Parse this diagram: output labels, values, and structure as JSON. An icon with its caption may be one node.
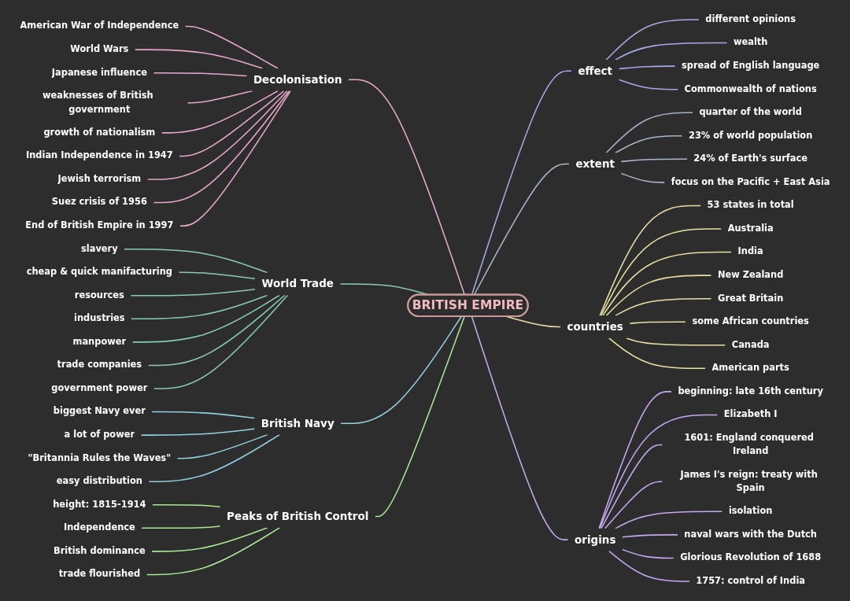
{
  "diagram": {
    "nodes": [
      {
        "text": [
          "BRITISH EMPIRE"
        ]
      },
      {
        "text": [
          "Decolonisation"
        ]
      },
      {
        "text": [
          "American War of Independence"
        ]
      },
      {
        "text": [
          "World Wars"
        ]
      },
      {
        "text": [
          "Japanese influence"
        ]
      },
      {
        "text": [
          "weaknesses of British government"
        ]
      },
      {
        "text": [
          "growth of nationalism"
        ]
      },
      {
        "text": [
          "Indian Independence in 1947"
        ]
      },
      {
        "text": [
          "Jewish terrorism"
        ]
      },
      {
        "text": [
          "Suez crisis of 1956"
        ]
      },
      {
        "text": [
          "End of British Empire in 1997"
        ]
      },
      {
        "text": [
          "effect"
        ]
      },
      {
        "text": [
          "different opinions"
        ]
      },
      {
        "text": [
          "wealth"
        ]
      },
      {
        "text": [
          "spread of English language"
        ]
      },
      {
        "text": [
          "Commonwealth of nations"
        ]
      },
      {
        "text": [
          "extent"
        ]
      },
      {
        "text": [
          "quarter of the world"
        ]
      },
      {
        "text": [
          "23% of world population"
        ]
      },
      {
        "text": [
          "24% of Earth's surface"
        ]
      },
      {
        "text": [
          "focus on the Pacific + East Asia"
        ]
      },
      {
        "text": [
          "World Trade"
        ]
      },
      {
        "text": [
          "slavery"
        ]
      },
      {
        "text": [
          "cheap & quick manifacturing"
        ]
      },
      {
        "text": [
          "resources"
        ]
      },
      {
        "text": [
          "industries"
        ]
      },
      {
        "text": [
          "manpower"
        ]
      },
      {
        "text": [
          "trade companies"
        ]
      },
      {
        "text": [
          "government power"
        ]
      },
      {
        "text": [
          "countries"
        ]
      },
      {
        "text": [
          "53 states in total"
        ]
      },
      {
        "text": [
          "Australia"
        ]
      },
      {
        "text": [
          "India"
        ]
      },
      {
        "text": [
          "New Zealand"
        ]
      },
      {
        "text": [
          "Great Britain"
        ]
      },
      {
        "text": [
          "some African countries"
        ]
      },
      {
        "text": [
          "Canada"
        ]
      },
      {
        "text": [
          "American parts"
        ]
      },
      {
        "text": [
          "British Navy"
        ]
      },
      {
        "text": [
          "biggest Navy ever"
        ]
      },
      {
        "text": [
          "a lot of power"
        ]
      },
      {
        "text": [
          "\"Britannia Rules the Waves\""
        ]
      },
      {
        "text": [
          "easy distribution"
        ]
      },
      {
        "text": [
          "Peaks of British Control"
        ]
      },
      {
        "text": [
          "height: 1815-1914"
        ]
      },
      {
        "text": [
          "Independence"
        ]
      },
      {
        "text": [
          "British dominance"
        ]
      },
      {
        "text": [
          "trade flourished"
        ]
      },
      {
        "text": [
          "origins"
        ]
      },
      {
        "text": [
          "beginning: late 16th century"
        ]
      },
      {
        "text": [
          "Elizabeth I"
        ]
      },
      {
        "text": [
          "1601: England conquered Ireland"
        ]
      },
      {
        "text": [
          "James I's reign: treaty with Spain"
        ]
      },
      {
        "text": [
          "isolation"
        ]
      },
      {
        "text": [
          "naval wars with the Dutch"
        ]
      },
      {
        "text": [
          "Glorious Revolution of 1688"
        ]
      },
      {
        "text": [
          "1757: control of India"
        ]
      }
    ],
    "edges": [
      {
        "from": 1,
        "to": 0,
        "arrow": "none",
        "color": "#e8a8cc"
      },
      {
        "from": 2,
        "to": 1,
        "arrow": "none",
        "color": "#e8a8cc"
      },
      {
        "from": 3,
        "to": 1,
        "arrow": "none",
        "color": "#e8a8cc"
      },
      {
        "from": 4,
        "to": 1,
        "arrow": "none",
        "color": "#e8a8cc"
      },
      {
        "from": 5,
        "to": 1,
        "arrow": "none",
        "color": "#e8a8cc"
      },
      {
        "from": 6,
        "to": 1,
        "arrow": "none",
        "color": "#e8a8cc"
      },
      {
        "from": 7,
        "to": 1,
        "arrow": "none",
        "color": "#e8a8cc"
      },
      {
        "from": 8,
        "to": 1,
        "arrow": "none",
        "color": "#e8a8cc"
      },
      {
        "from": 9,
        "to": 1,
        "arrow": "none",
        "color": "#e8a8cc"
      },
      {
        "from": 10,
        "to": 1,
        "arrow": "none",
        "color": "#e8a8cc"
      },
      {
        "from": 0,
        "to": 11,
        "arrow": "none",
        "color": "#a8a8e8"
      },
      {
        "from": 11,
        "to": 12,
        "arrow": "none",
        "color": "#a8a8e8"
      },
      {
        "from": 11,
        "to": 13,
        "arrow": "none",
        "color": "#a8a8e8"
      },
      {
        "from": 11,
        "to": 14,
        "arrow": "none",
        "color": "#a8a8e8"
      },
      {
        "from": 11,
        "to": 15,
        "arrow": "none",
        "color": "#a8a8e8"
      },
      {
        "from": 0,
        "to": 16,
        "arrow": "none",
        "color": "#a8b4c8"
      },
      {
        "from": 16,
        "to": 17,
        "arrow": "none",
        "color": "#a8b4c8"
      },
      {
        "from": 16,
        "to": 18,
        "arrow": "none",
        "color": "#a8b4c8"
      },
      {
        "from": 16,
        "to": 19,
        "arrow": "none",
        "color": "#a8b4c8"
      },
      {
        "from": 16,
        "to": 20,
        "arrow": "none",
        "color": "#a8b4c8"
      },
      {
        "from": 21,
        "to": 0,
        "arrow": "none",
        "color": "#88ccb4"
      },
      {
        "from": 22,
        "to": 21,
        "arrow": "none",
        "color": "#88ccb4"
      },
      {
        "from": 23,
        "to": 21,
        "arrow": "none",
        "color": "#88ccb4"
      },
      {
        "from": 24,
        "to": 21,
        "arrow": "none",
        "color": "#88ccb4"
      },
      {
        "from": 25,
        "to": 21,
        "arrow": "none",
        "color": "#88ccb4"
      },
      {
        "from": 26,
        "to": 21,
        "arrow": "none",
        "color": "#88ccb4"
      },
      {
        "from": 27,
        "to": 21,
        "arrow": "none",
        "color": "#88ccb4"
      },
      {
        "from": 28,
        "to": 21,
        "arrow": "none",
        "color": "#88ccb4"
      },
      {
        "from": 0,
        "to": 29,
        "arrow": "none",
        "color": "#e8e0a0"
      },
      {
        "from": 29,
        "to": 30,
        "arrow": "none",
        "color": "#e8e0a0"
      },
      {
        "from": 29,
        "to": 31,
        "arrow": "none",
        "color": "#e8e0a0"
      },
      {
        "from": 29,
        "to": 32,
        "arrow": "none",
        "color": "#e8e0a0"
      },
      {
        "from": 29,
        "to": 33,
        "arrow": "none",
        "color": "#e8e0a0"
      },
      {
        "from": 29,
        "to": 34,
        "arrow": "none",
        "color": "#e8e0a0"
      },
      {
        "from": 29,
        "to": 35,
        "arrow": "none",
        "color": "#e8e0a0"
      },
      {
        "from": 29,
        "to": 36,
        "arrow": "none",
        "color": "#e8e0a0"
      },
      {
        "from": 29,
        "to": 37,
        "arrow": "none",
        "color": "#e8e0a0"
      },
      {
        "from": 38,
        "to": 0,
        "arrow": "none",
        "color": "#90d0e0"
      },
      {
        "from": 39,
        "to": 38,
        "arrow": "none",
        "color": "#90d0e0"
      },
      {
        "from": 40,
        "to": 38,
        "arrow": "none",
        "color": "#90d0e0"
      },
      {
        "from": 41,
        "to": 38,
        "arrow": "none",
        "color": "#90d0e0"
      },
      {
        "from": 42,
        "to": 38,
        "arrow": "none",
        "color": "#90d0e0"
      },
      {
        "from": 43,
        "to": 0,
        "arrow": "none",
        "color": "#a8e890"
      },
      {
        "from": 44,
        "to": 43,
        "arrow": "none",
        "color": "#a8e890"
      },
      {
        "from": 45,
        "to": 43,
        "arrow": "none",
        "color": "#a8e890"
      },
      {
        "from": 46,
        "to": 43,
        "arrow": "none",
        "color": "#a8e890"
      },
      {
        "from": 47,
        "to": 43,
        "arrow": "none",
        "color": "#a8e890"
      },
      {
        "from": 0,
        "to": 48,
        "arrow": "none",
        "color": "#c4a8f0"
      },
      {
        "from": 48,
        "to": 49,
        "arrow": "none",
        "color": "#c4a8f0"
      },
      {
        "from": 48,
        "to": 50,
        "arrow": "none",
        "color": "#c4a8f0"
      },
      {
        "from": 48,
        "to": 51,
        "arrow": "none",
        "color": "#c4a8f0"
      },
      {
        "from": 48,
        "to": 52,
        "arrow": "none",
        "color": "#c4a8f0"
      },
      {
        "from": 48,
        "to": 53,
        "arrow": "none",
        "color": "#c4a8f0"
      },
      {
        "from": 48,
        "to": 54,
        "arrow": "none",
        "color": "#c4a8f0"
      },
      {
        "from": 48,
        "to": 55,
        "arrow": "none",
        "color": "#c4a8f0"
      },
      {
        "from": 48,
        "to": 56,
        "arrow": "none",
        "color": "#c4a8f0"
      }
    ]
  }
}
